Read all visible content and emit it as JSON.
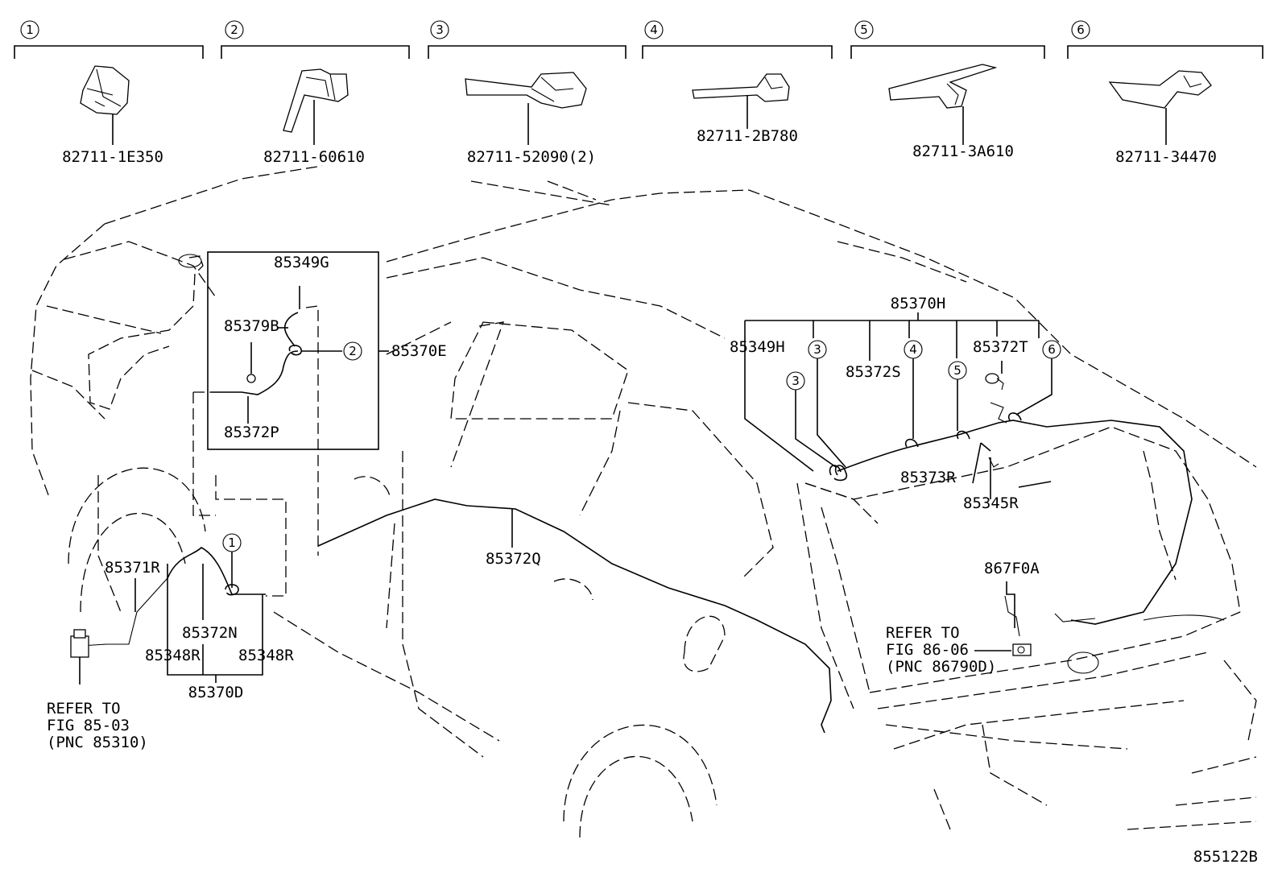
{
  "diagram_id": "855122B",
  "callouts": [
    {
      "num": "1",
      "part": "82711-1E350"
    },
    {
      "num": "2",
      "part": "82711-60610"
    },
    {
      "num": "3",
      "part": "82711-52090(2)"
    },
    {
      "num": "4",
      "part": "82711-2B780"
    },
    {
      "num": "5",
      "part": "82711-3A610"
    },
    {
      "num": "6",
      "part": "82711-34470"
    }
  ],
  "labels": {
    "p85349G": "85349G",
    "p85379B": "85379B",
    "p85370E": "85370E",
    "p85372P": "85372P",
    "p85370H": "85370H",
    "p85349H": "85349H",
    "p85372S": "85372S",
    "p85372T": "85372T",
    "p85373R": "85373R",
    "p85345R": "85345R",
    "p85372Q": "85372Q",
    "p867F0A": "867F0A",
    "p85371R": "85371R",
    "p85372N": "85372N",
    "p85348R_left": "85348R",
    "p85348R_right": "85348R",
    "p85370D": "85370D"
  },
  "refs": {
    "front": [
      "REFER TO",
      "FIG 85-03",
      "(PNC 85310)"
    ],
    "rear": [
      "REFER TO",
      "FIG 86-06",
      "(PNC 86790D)"
    ]
  },
  "circle_markers": {
    "inset_2": "2",
    "front_1": "1",
    "rear_3a": "3",
    "rear_3b": "3",
    "rear_4": "4",
    "rear_5": "5",
    "rear_6": "6"
  }
}
